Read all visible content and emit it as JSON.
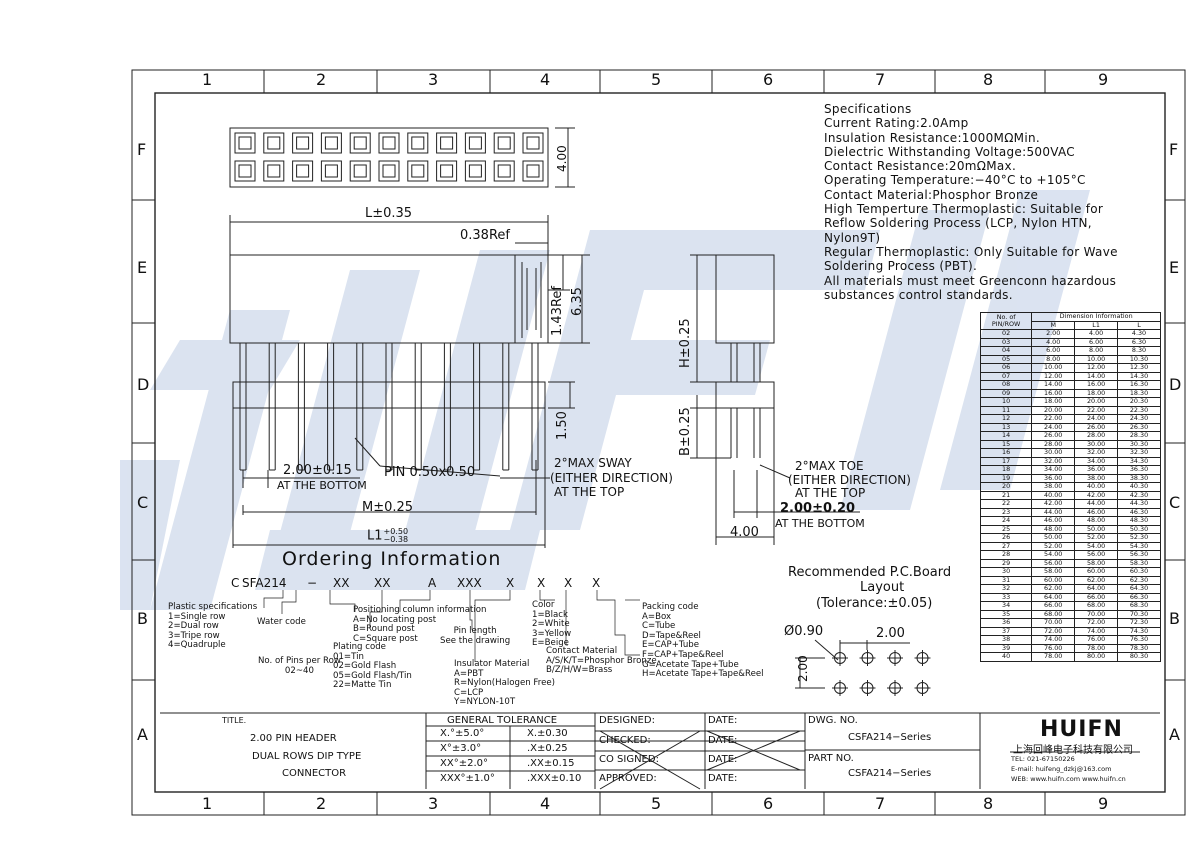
{
  "frame": {
    "columns": [
      "1",
      "2",
      "3",
      "4",
      "5",
      "6",
      "7",
      "8",
      "9"
    ],
    "rows": [
      "F",
      "E",
      "D",
      "C",
      "B",
      "A"
    ]
  },
  "brand": {
    "watermark": "HUIFN",
    "logo": "HUIFN",
    "company": "上海回峰电子科技有限公司",
    "tel": "TEL: 021-67150226",
    "email": "E-mail: huifeng_dzkj@163.com",
    "web": "WEB: www.huifn.com  www.huifn.cn",
    "watermark_color": "#c9d6ea"
  },
  "specs": {
    "lines": [
      "Specifications",
      "Current Rating:2.0Amp",
      "Insulation Resistance:1000MΩMin.",
      "Dielectric Withstanding Voltage:500VAC",
      "Contact Resistance:20mΩMax.",
      "Operating Temperature:−40°C to +105°C",
      "Contact Material:Phosphor Bronze",
      "High Temperture Thermoplastic: Suitable for Reflow Soldering Process (LCP, Nylon HTN, Nylon9T)",
      "Regular Thermoplastic: Only Suitable for Wave Soldering Process (PBT).",
      "All materials must meet Greenconn hazardous substances control standards."
    ]
  },
  "dimensions": {
    "top_height": "4.00",
    "L": "L±0.35",
    "ref038": "0.38Ref",
    "ref143": "1.43Ref",
    "h635": "6.35",
    "h150": "1.50",
    "pitch": "2.00±0.15",
    "at_bottom": "AT THE BOTTOM",
    "pin": "PIN 0.50x0.50",
    "sway": "2°MAX SWAY",
    "either": "(EITHER DIRECTION)",
    "at_top": "AT THE TOP",
    "M": "M±0.25",
    "L1": "L1",
    "L1_tol_plus": "+0.50",
    "L1_tol_minus": "−0.38",
    "H": "H±0.25",
    "B": "B±0.25",
    "toe": "2°MAX TOE",
    "row_pitch": "2.00±0.20",
    "side_w": "4.00"
  },
  "pcb": {
    "title": "Recommended P.C.Board",
    "title2": "Layout",
    "tolerance": "(Tolerance:±0.05)",
    "hole": "Ø0.90",
    "pitch_x": "2.00",
    "pitch_y": "2.00"
  },
  "ordering": {
    "title": "Ordering Information",
    "code": [
      "C",
      "SFA214",
      "−",
      "XX",
      "XX",
      "A",
      "XXX",
      "X",
      "X",
      "X",
      "X"
    ],
    "plastic": [
      "Plastic specifications",
      "1=Single row",
      "2=Dual row",
      "3=Tripe row",
      "4=Quadruple"
    ],
    "water": "Water code",
    "pins": [
      "No. of Pins per Row",
      "02~40"
    ],
    "plating": [
      "Plating code",
      "01=Tin",
      "02=Gold Flash",
      "05=Gold Flash/Tin",
      "22=Matte Tin"
    ],
    "positioning": [
      "Positioning column information",
      "A=No locating post",
      "B=Round post",
      "C=Square post"
    ],
    "pinlength": [
      "Pin length",
      "See the drawing"
    ],
    "insulator": [
      "Insulator Material",
      "A=PBT",
      "R=Nylon(Halogen Free)",
      "C=LCP",
      "Y=NYLON-10T"
    ],
    "color": [
      "Color",
      "1=Black",
      "2=White",
      "3=Yellow",
      "E=Beige"
    ],
    "contact": [
      "Contact Material",
      "A/S/K/T=Phosphor Bronze",
      "B/Z/H/W=Brass"
    ],
    "packing": [
      "Packing code",
      "A=Box",
      "C=Tube",
      "D=Tape&Reel",
      "E=CAP+Tube",
      "F=CAP+Tape&Reel",
      "G=Acetate Tape+Tube",
      "H=Acetate Tape+Tape&Reel"
    ]
  },
  "table": {
    "header_col1": [
      "No. of",
      "PIN/ROW"
    ],
    "header_span": "Dimension Information",
    "columns": [
      "M",
      "L1",
      "L"
    ],
    "rows": [
      [
        "02",
        "2.00",
        "4.00",
        "4.30"
      ],
      [
        "03",
        "4.00",
        "6.00",
        "6.30"
      ],
      [
        "04",
        "6.00",
        "8.00",
        "8.30"
      ],
      [
        "05",
        "8.00",
        "10.00",
        "10.30"
      ],
      [
        "06",
        "10.00",
        "12.00",
        "12.30"
      ],
      [
        "07",
        "12.00",
        "14.00",
        "14.30"
      ],
      [
        "08",
        "14.00",
        "16.00",
        "16.30"
      ],
      [
        "09",
        "16.00",
        "18.00",
        "18.30"
      ],
      [
        "10",
        "18.00",
        "20.00",
        "20.30"
      ],
      [
        "11",
        "20.00",
        "22.00",
        "22.30"
      ],
      [
        "12",
        "22.00",
        "24.00",
        "24.30"
      ],
      [
        "13",
        "24.00",
        "26.00",
        "26.30"
      ],
      [
        "14",
        "26.00",
        "28.00",
        "28.30"
      ],
      [
        "15",
        "28.00",
        "30.00",
        "30.30"
      ],
      [
        "16",
        "30.00",
        "32.00",
        "32.30"
      ],
      [
        "17",
        "32.00",
        "34.00",
        "34.30"
      ],
      [
        "18",
        "34.00",
        "36.00",
        "36.30"
      ],
      [
        "19",
        "36.00",
        "38.00",
        "38.30"
      ],
      [
        "20",
        "38.00",
        "40.00",
        "40.30"
      ],
      [
        "21",
        "40.00",
        "42.00",
        "42.30"
      ],
      [
        "22",
        "42.00",
        "44.00",
        "44.30"
      ],
      [
        "23",
        "44.00",
        "46.00",
        "46.30"
      ],
      [
        "24",
        "46.00",
        "48.00",
        "48.30"
      ],
      [
        "25",
        "48.00",
        "50.00",
        "50.30"
      ],
      [
        "26",
        "50.00",
        "52.00",
        "52.30"
      ],
      [
        "27",
        "52.00",
        "54.00",
        "54.30"
      ],
      [
        "28",
        "54.00",
        "56.00",
        "56.30"
      ],
      [
        "29",
        "56.00",
        "58.00",
        "58.30"
      ],
      [
        "30",
        "58.00",
        "60.00",
        "60.30"
      ],
      [
        "31",
        "60.00",
        "62.00",
        "62.30"
      ],
      [
        "32",
        "62.00",
        "64.00",
        "64.30"
      ],
      [
        "33",
        "64.00",
        "66.00",
        "66.30"
      ],
      [
        "34",
        "66.00",
        "68.00",
        "68.30"
      ],
      [
        "35",
        "68.00",
        "70.00",
        "70.30"
      ],
      [
        "36",
        "70.00",
        "72.00",
        "72.30"
      ],
      [
        "37",
        "72.00",
        "74.00",
        "74.30"
      ],
      [
        "38",
        "74.00",
        "76.00",
        "76.30"
      ],
      [
        "39",
        "76.00",
        "78.00",
        "78.30"
      ],
      [
        "40",
        "78.00",
        "80.00",
        "80.30"
      ]
    ]
  },
  "titleblock": {
    "title_label": "TITLE.",
    "title_lines": [
      "2.00 PIN HEADER",
      "DUAL ROWS DIP TYPE",
      "CONNECTOR"
    ],
    "general_tolerance": "GENERAL TOLERANCE",
    "tol_left": [
      "X.°±5.0°",
      "X°±3.0°",
      "XX°±2.0°",
      "XXX°±1.0°"
    ],
    "tol_right": [
      "X.±0.30",
      ".X±0.25",
      ".XX±0.15",
      ".XXX±0.10"
    ],
    "roles": [
      "DESIGNED:",
      "CHECKED:",
      "CO SIGNED:",
      "APPROVED:"
    ],
    "date": "DATE:",
    "dwg_label": "DWG. NO.",
    "dwg_value": "CSFA214−Series",
    "part_label": "PART NO.",
    "part_value": "CSFA214−Series"
  }
}
